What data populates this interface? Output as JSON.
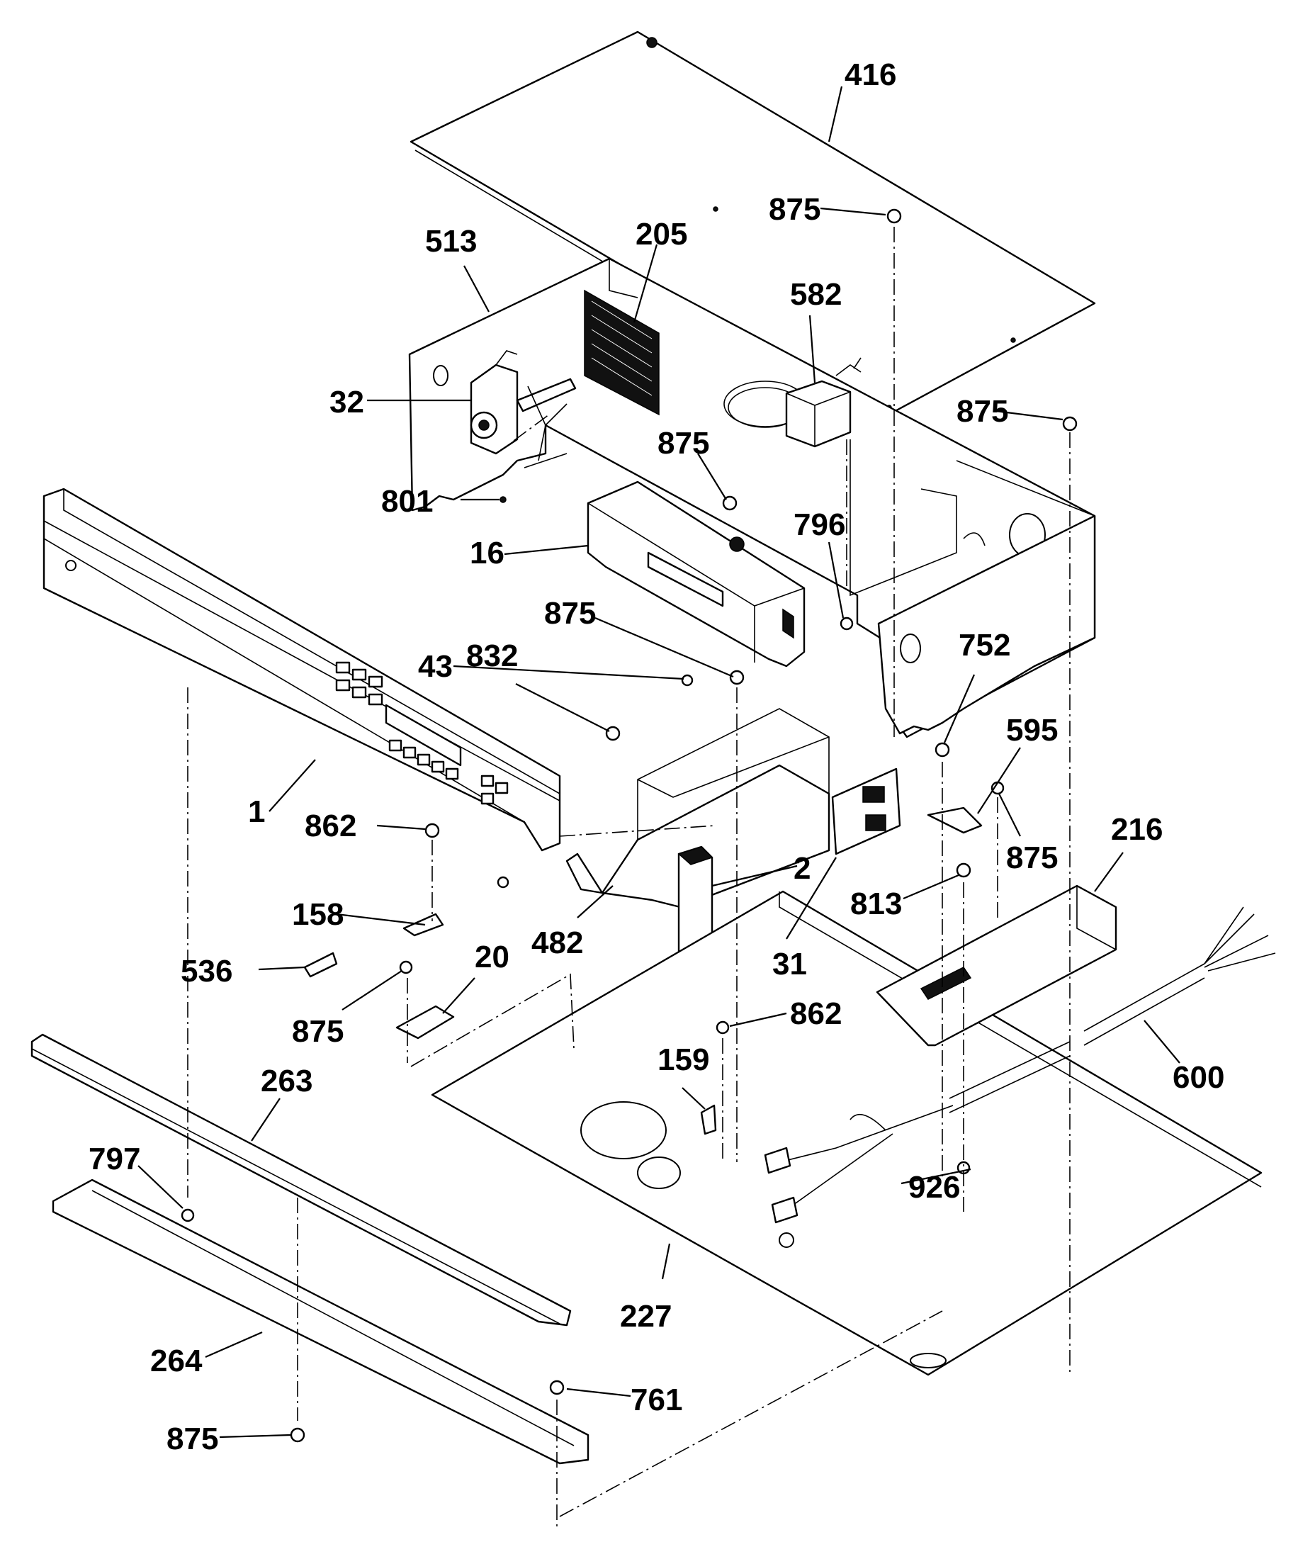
{
  "callouts": [
    {
      "id": "416"
    },
    {
      "id": "875"
    },
    {
      "id": "513"
    },
    {
      "id": "205"
    },
    {
      "id": "582"
    },
    {
      "id": "32"
    },
    {
      "id": "875"
    },
    {
      "id": "875"
    },
    {
      "id": "801"
    },
    {
      "id": "16"
    },
    {
      "id": "796"
    },
    {
      "id": "875"
    },
    {
      "id": "832"
    },
    {
      "id": "43"
    },
    {
      "id": "752"
    },
    {
      "id": "595"
    },
    {
      "id": "1"
    },
    {
      "id": "862"
    },
    {
      "id": "216"
    },
    {
      "id": "875"
    },
    {
      "id": "2"
    },
    {
      "id": "813"
    },
    {
      "id": "482"
    },
    {
      "id": "31"
    },
    {
      "id": "158"
    },
    {
      "id": "536"
    },
    {
      "id": "20"
    },
    {
      "id": "875"
    },
    {
      "id": "862"
    },
    {
      "id": "600"
    },
    {
      "id": "263"
    },
    {
      "id": "159"
    },
    {
      "id": "797"
    },
    {
      "id": "926"
    },
    {
      "id": "227"
    },
    {
      "id": "264"
    },
    {
      "id": "761"
    },
    {
      "id": "875"
    }
  ]
}
